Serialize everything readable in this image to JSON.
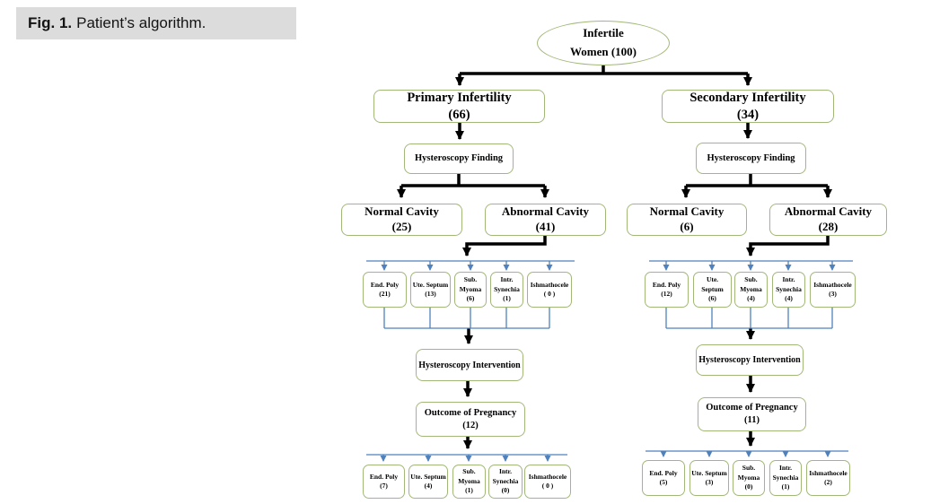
{
  "caption": {
    "fig": "Fig. 1.",
    "text": "Patient’s algorithm."
  },
  "colors": {
    "box_border": "#a2b878",
    "connector_black": "#000000",
    "connector_blue": "#4f81bd",
    "caption_bg": "#dcdcdc"
  },
  "flowchart": {
    "root": {
      "line1": "Infertile",
      "line2": "Women (100)"
    },
    "primary": {
      "title": "Primary Infertility",
      "count": "(66)"
    },
    "secondary": {
      "title": "Secondary Infertility",
      "count": "(34)"
    },
    "left": {
      "finding_label": "Hysteroscopy Finding",
      "normal": {
        "title": "Normal Cavity",
        "count": "(25)"
      },
      "abnormal": {
        "title": "Abnormal Cavity",
        "count": "(41)"
      },
      "findings": [
        {
          "name": "End. Poly",
          "count": "(21)"
        },
        {
          "name": "Ute. Septum",
          "count": "(13)"
        },
        {
          "name": "Sub. Myoma",
          "count": "(6)"
        },
        {
          "name": "Intr. Synechia",
          "count": "(1)"
        },
        {
          "name": "Ishmathocele",
          "count": "( 0 )"
        }
      ],
      "intervention_label": "Hysteroscopy Intervention",
      "outcome": {
        "title": "Outcome of Pregnancy",
        "count": "(12)"
      },
      "outcomes": [
        {
          "name": "End. Poly",
          "count": "(7)"
        },
        {
          "name": "Ute. Septum",
          "count": "(4)"
        },
        {
          "name": "Sub. Myoma",
          "count": "(1)"
        },
        {
          "name": "Intr. Synechia",
          "count": "(0)"
        },
        {
          "name": "Ishmathocele",
          "count": "( 0 )"
        }
      ]
    },
    "right": {
      "finding_label": "Hysteroscopy Finding",
      "normal": {
        "title": "Normal Cavity",
        "count": "(6)"
      },
      "abnormal": {
        "title": "Abnormal Cavity",
        "count": "(28)"
      },
      "findings": [
        {
          "name": "End. Poly",
          "count": "(12)"
        },
        {
          "name": "Ute. Septum",
          "count": "(6)"
        },
        {
          "name": "Sub. Myoma",
          "count": "(4)"
        },
        {
          "name": "Intr. Synechia",
          "count": "(4)"
        },
        {
          "name": "Ishmathocele",
          "count": "(3)"
        }
      ],
      "intervention_label": "Hysteroscopy Intervention",
      "outcome": {
        "title": "Outcome of Pregnancy",
        "count": "(11)"
      },
      "outcomes": [
        {
          "name": "End. Poly",
          "count": "(5)"
        },
        {
          "name": "Ute. Septum",
          "count": "(3)"
        },
        {
          "name": "Sub. Myoma",
          "count": "(0)"
        },
        {
          "name": "Intr. Synechia",
          "count": "(1)"
        },
        {
          "name": "Ishmathocele",
          "count": "(2)"
        }
      ]
    }
  }
}
